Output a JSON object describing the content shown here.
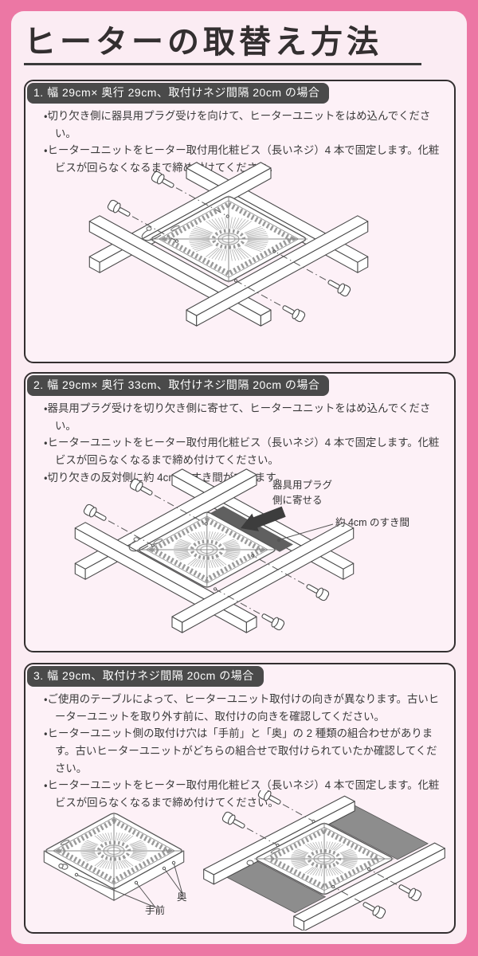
{
  "page": {
    "title": "ヒーターの取替え方法"
  },
  "colors": {
    "frame_pink": "#ec77a4",
    "page_bg": "#fbecf3",
    "panel_bg": "#fdf1f7",
    "heading_bar": "#4a4a4a",
    "text": "#3a3a3a",
    "arrow": "#3d3d3d",
    "table_panel_gray": "#8d8d8d"
  },
  "sections": [
    {
      "heading": "1. 幅 29cm× 奥行 29cm、取付けネジ間隔 20cm の場合",
      "bullets": [
        "・切り欠き側に器具用プラグ受けを向けて、ヒーターユニットをはめ込んでください。",
        "・ヒーターユニットをヒーター取付用化粧ビス（長いネジ）4 本で固定します。化粧ビスが回らなくなるまで締め付けてください。"
      ]
    },
    {
      "heading": "2. 幅 29cm× 奥行 33cm、取付けネジ間隔 20cm の場合",
      "bullets": [
        "・器具用プラグ受けを切り欠き側に寄せて、ヒーターユニットをはめ込んでください。",
        "・ヒーターユニットをヒーター取付用化粧ビス（長いネジ）4 本で固定します。化粧ビスが回らなくなるまで締め付けてください。",
        "・切り欠きの反対側に約 4cm のすき間ができます。"
      ],
      "labels": {
        "push": "器具用プラグ\n側に寄せる",
        "gap": "約 4cm のすき間"
      }
    },
    {
      "heading": "3. 幅 29cm、取付けネジ間隔 20cm の場合",
      "bullets": [
        "・ご使用のテーブルによって、ヒーターユニット取付けの向きが異なります。古いヒーターユニットを取り外す前に、取付けの向きを確認してください。",
        "・ヒーターユニット側の取付け穴は「手前」と「奥」の 2 種類の組合わせがあります。古いヒーターユニットがどちらの組合せで取付けられていたか確認してください。",
        "・ヒーターユニットをヒーター取付用化粧ビス（長いネジ）4 本で固定します。化粧ビスが回らなくなるまで締め付けてください。"
      ],
      "labels": {
        "back": "奥",
        "front": "手前"
      }
    }
  ]
}
